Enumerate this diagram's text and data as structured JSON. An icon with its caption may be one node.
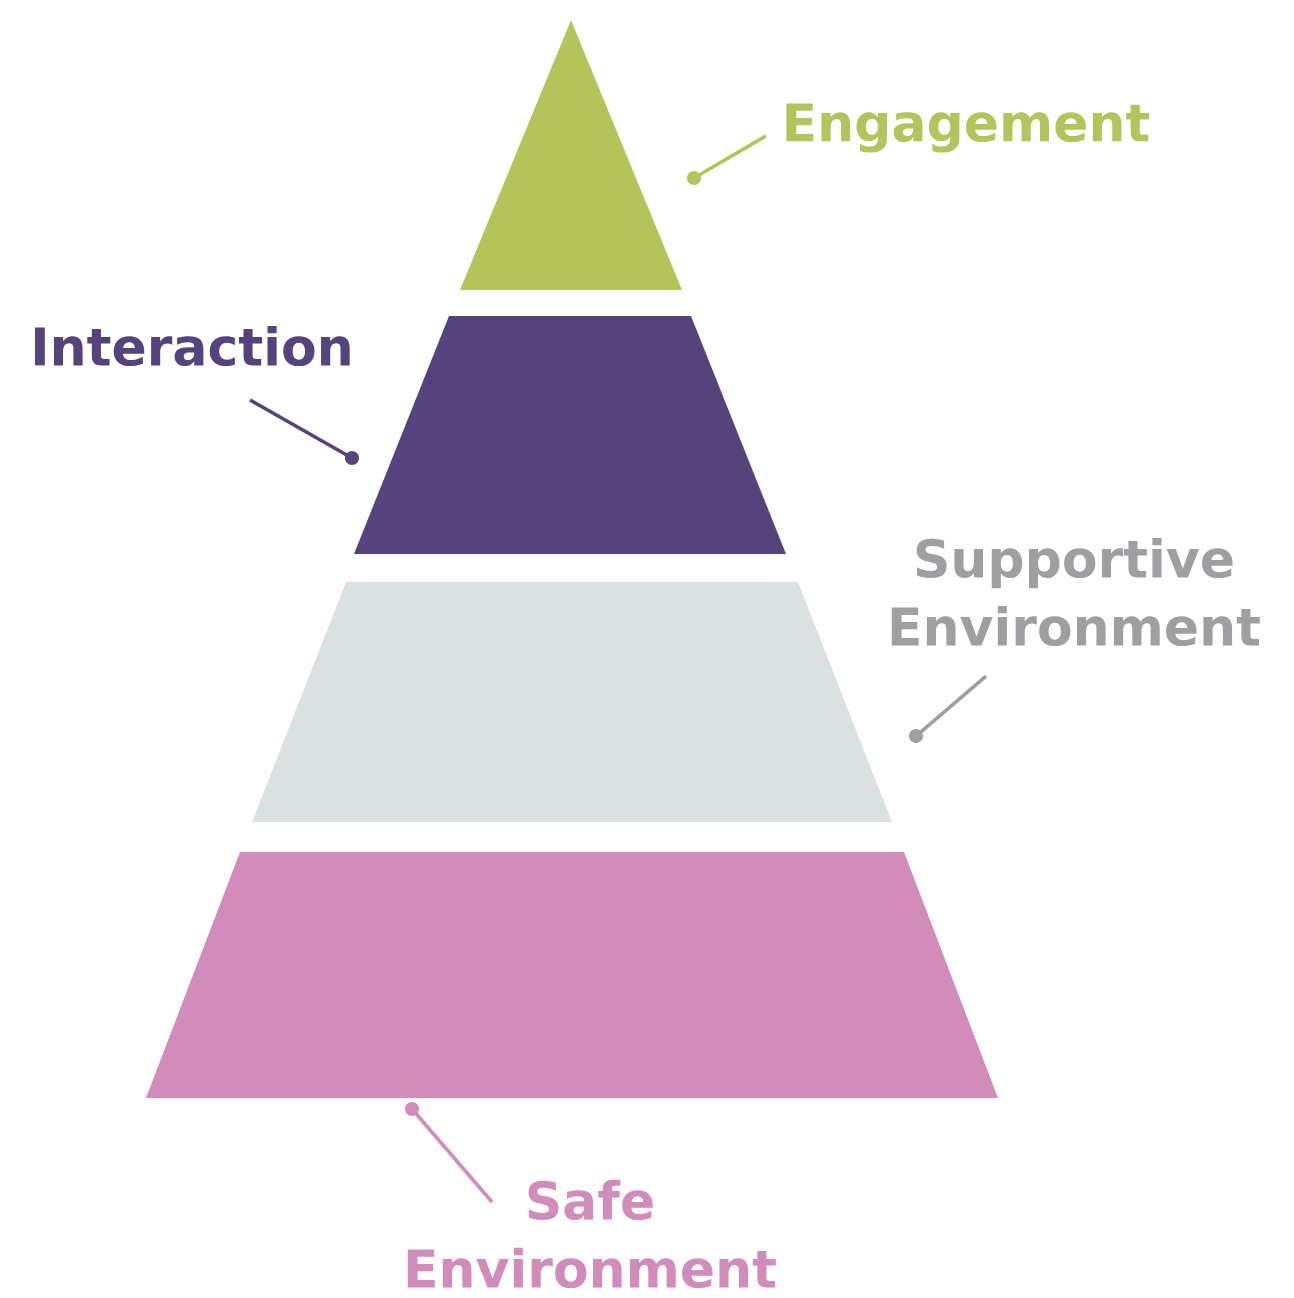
{
  "diagram": {
    "nodes": [
      {
        "text": [],
        "shape": "triangle"
      },
      {
        "text": [
          "Engagement"
        ]
      },
      {
        "text": [
          "Interaction"
        ]
      },
      {
        "text": [],
        "shape": "trapezoid"
      },
      {
        "text": [
          "Supportive Environment"
        ]
      },
      {
        "text": [],
        "shape": "trapezoid"
      },
      {
        "text": [],
        "shape": "trapezoid"
      },
      {
        "text": [
          "Safe Environment"
        ]
      }
    ],
    "edges": [
      {
        "from": 1,
        "to": 0,
        "arrow": "other",
        "color": "#b5c45a"
      },
      {
        "from": 2,
        "to": 3,
        "arrow": "other",
        "color": "#55437e"
      },
      {
        "from": 4,
        "to": 5,
        "arrow": "other",
        "color": "#9d9fa2"
      },
      {
        "from": 7,
        "to": 6,
        "arrow": "other",
        "color": "#d18cbb"
      }
    ]
  }
}
